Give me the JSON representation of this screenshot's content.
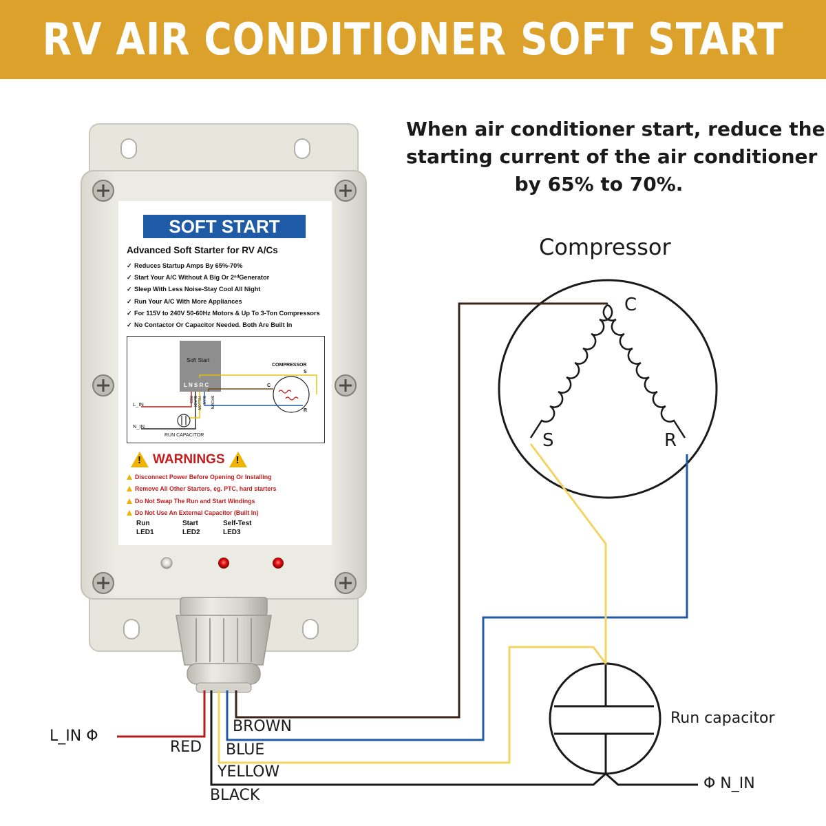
{
  "banner": {
    "title": "RV AIR CONDITIONER SOFT START",
    "bg_color": "#dba12a"
  },
  "headline": [
    "When air conditioner start, reduce the",
    "starting current of the air conditioner",
    "by 65% to 70%."
  ],
  "device_label": {
    "title": "SOFT START",
    "subtitle": "Advanced Soft Starter for RV A/Cs",
    "features": [
      "Reduces Startup Amps By 65%-70%",
      "Start Your A/C Without A Big Or 2ⁿᵈGenerator",
      "Sleep With Less Noise-Stay Cool All Night",
      "Run Your A/C With More Appliances",
      "For 115V to 240V 50-60Hz Motors & Up To 3-Ton Compressors",
      "No Contactor Or Capacitor Needed.   Both Are Built In"
    ],
    "mini_diagram": {
      "box_label": "Soft Start",
      "terminals": "L N S R C",
      "compressor": "COMPRESSOR",
      "l_in": "L_IN",
      "n_in": "N_IN",
      "run_capacitor": "RUN CAPACITOR",
      "wire_red": "RED",
      "wire_black": "BLACK",
      "wire_yellow": "YELLOW",
      "wire_blue": "BLUE",
      "wire_brown": "BROWN",
      "c": "C",
      "s": "S",
      "r": "R"
    },
    "warnings_title": "WARNINGS",
    "warnings": [
      "Disconnect Power Before Opening Or Installing",
      "Remove All Other Starters, eg.  PTC, hard starters",
      "Do Not Swap The Run and Start Windings",
      "Do Not Use An External Capacitor (Built In)"
    ],
    "leds": [
      {
        "name": "Run",
        "id": "LED1"
      },
      {
        "name": "Start",
        "id": "LED2"
      },
      {
        "name": "Self-Test",
        "id": "LED3"
      }
    ]
  },
  "diagram": {
    "compressor_title": "Compressor",
    "terminal_c": "C",
    "terminal_s": "S",
    "terminal_r": "R",
    "run_capacitor": "Run capacitor",
    "l_in": "L_IN Φ",
    "n_in": "Φ N_IN",
    "wires": {
      "brown": "BROWN",
      "blue": "BLUE",
      "yellow": "YELLOW",
      "black": "BLACK",
      "red": "RED"
    },
    "colors": {
      "brown": "#3d2418",
      "blue": "#1e5aa8",
      "yellow": "#f3d462",
      "black": "#1a1a1a",
      "red": "#b01c1c"
    }
  }
}
